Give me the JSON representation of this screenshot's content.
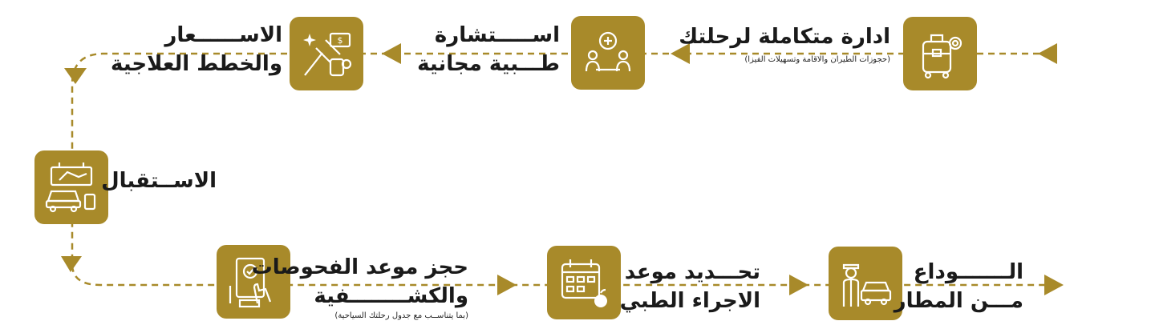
{
  "colors": {
    "accent": "#a88a2a",
    "text": "#1a1a1a"
  },
  "steps": [
    {
      "id": "trip",
      "icon": "luggage-icon",
      "line1": "ادارة متكاملة لرحلتك",
      "line2": "",
      "note": "(حجوزات الطيران والاقامة وتسهيلات الفيزا)"
    },
    {
      "id": "consult",
      "icon": "consultation-icon",
      "line1": "اســـــتشارة",
      "line2": "طـــبية مجانية",
      "note": ""
    },
    {
      "id": "prices",
      "icon": "medicine-money-icon",
      "line1": "الاســــــعار",
      "line2": "والخطط العلاجية",
      "note": ""
    },
    {
      "id": "reception",
      "icon": "airport-car-icon",
      "line1": "الاســتقبال",
      "line2": "",
      "note": ""
    },
    {
      "id": "exams",
      "icon": "tablet-tap-icon",
      "line1": "حجز موعد الفحوصات",
      "line2": "والكشــــــــفية",
      "note": "(بما يتناســب مع جدول رحلتك السياحية)"
    },
    {
      "id": "procedure",
      "icon": "calendar-icon",
      "line1": "تحـــديد موعد",
      "line2": "الاجراء الطبي",
      "note": ""
    },
    {
      "id": "farewell",
      "icon": "chauffeur-car-icon",
      "line1": "الـــــــوداع",
      "line2": "مـــن المطار",
      "note": ""
    }
  ]
}
